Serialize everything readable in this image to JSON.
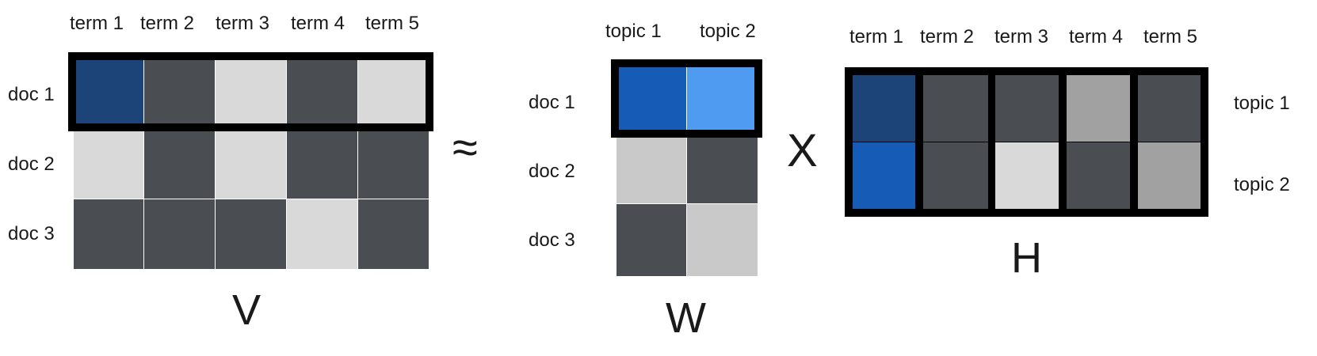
{
  "colors": {
    "dark": "#4a4d52",
    "light": "#d9d9da",
    "navy": "#1c4478",
    "blue": "#165bb6",
    "sky": "#4e9bf1",
    "mid_gray": "#a0a1a0",
    "pale_gray": "#c9c9ca",
    "frame": "#000000"
  },
  "operators": {
    "approx": "≈",
    "times": "X"
  },
  "V": {
    "name": "V",
    "column_labels": [
      "term 1",
      "term 2",
      "term 3",
      "term 4",
      "term 5"
    ],
    "row_labels": [
      "doc 1",
      "doc 2",
      "doc 3"
    ],
    "cells": [
      [
        "navy",
        "dark",
        "light",
        "dark",
        "light"
      ],
      [
        "light",
        "dark",
        "light",
        "dark",
        "dark"
      ],
      [
        "dark",
        "dark",
        "dark",
        "light",
        "dark"
      ]
    ],
    "highlighted_row": "doc 1"
  },
  "W": {
    "name": "W",
    "column_labels": [
      "topic 1",
      "topic 2"
    ],
    "row_labels": [
      "doc 1",
      "doc 2",
      "doc 3"
    ],
    "cells": [
      [
        "blue",
        "sky"
      ],
      [
        "pale_gray",
        "dark"
      ],
      [
        "dark",
        "pale_gray"
      ]
    ],
    "highlighted_row": "doc 1"
  },
  "H": {
    "name": "H",
    "column_labels": [
      "term 1",
      "term 2",
      "term 3",
      "term 4",
      "term 5"
    ],
    "row_labels": [
      "topic 1",
      "topic 2"
    ],
    "cells": [
      [
        "navy",
        "dark",
        "dark",
        "mid_gray",
        "dark"
      ],
      [
        "blue",
        "dark",
        "light",
        "dark",
        "mid_gray"
      ]
    ],
    "highlighted_rows": [
      "topic 1",
      "topic 2"
    ]
  }
}
